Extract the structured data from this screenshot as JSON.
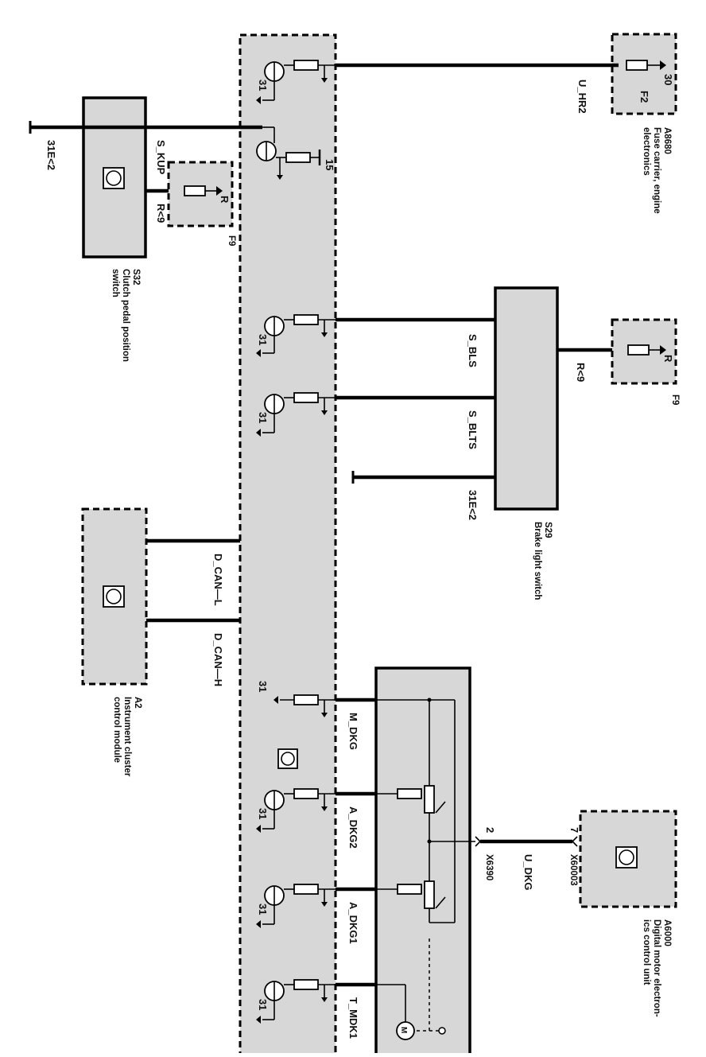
{
  "components": {
    "a8680": {
      "id": "A8680",
      "desc1": "Fuse carrier, engine",
      "desc2": "electronics",
      "pin": "30",
      "fuse": "F2"
    },
    "f9_top": {
      "pin": "R",
      "name": "F9"
    },
    "f9_right": {
      "pin": "R",
      "name": "F9"
    },
    "s32": {
      "id": "S32",
      "desc1": "Clutch pedal position",
      "desc2": "switch"
    },
    "s29": {
      "id": "S29",
      "desc1": "Brake light switch"
    },
    "a2": {
      "id": "A2",
      "desc1": "Instrument cluster",
      "desc2": "control module"
    },
    "a6000": {
      "id": "A6000",
      "desc1": "Digital motor electron-",
      "desc2": "ics control unit",
      "connector": "X60003",
      "pin": "7"
    },
    "x6390": {
      "connector": "X6390",
      "pin": "2"
    }
  },
  "signals": {
    "u_hr2": "U_HR2",
    "s_kup": "S_KUP",
    "r9_top": "R<9",
    "r9_right": "R<9",
    "ground_31e2_left": "31E<2",
    "ground_31e2_mid": "31E<2",
    "s_bls": "S_BLS",
    "s_blts": "S_BLTS",
    "d_can_l": "D_CAN—L",
    "d_can_h": "D_CAN—H",
    "m_dkg": "M_DKG",
    "a_dkg2": "A_DKG2",
    "a_dkg1": "A_DKG1",
    "t_mdk1": "T_MDK1",
    "u_dkg": "U_DKG",
    "pin15": "15",
    "ground31": "31",
    "motor": "M"
  }
}
